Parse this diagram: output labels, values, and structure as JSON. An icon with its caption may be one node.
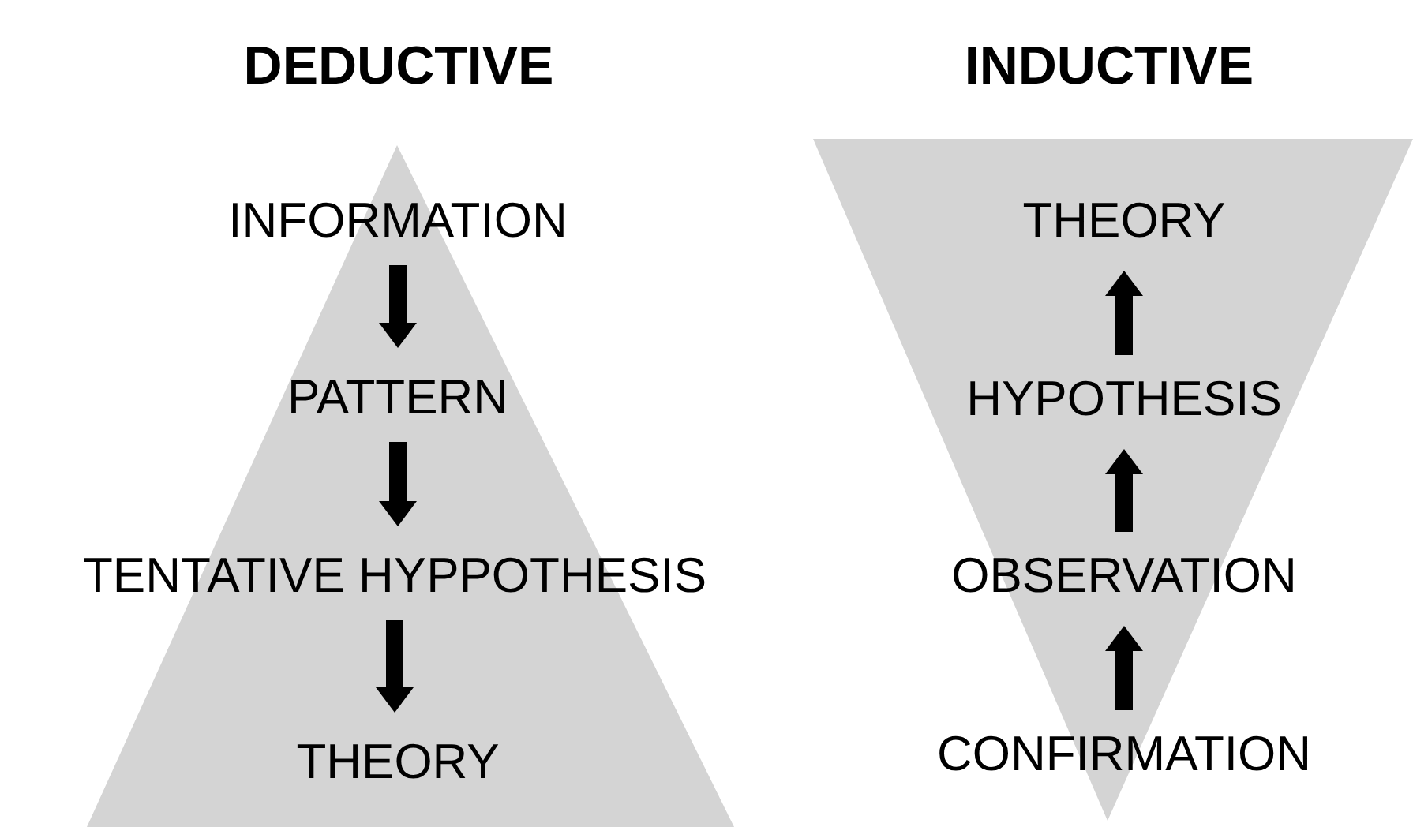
{
  "diagram": {
    "nodes": [
      {
        "text": [
          "DEDUCTIVE"
        ]
      },
      {
        "text": [
          "INFORMATION"
        ],
        "in": 0
      },
      {
        "text": [
          "PATTERN"
        ],
        "in": 0
      },
      {
        "text": [
          "TENTATIVE HYPPOTHESIS"
        ],
        "in": 0
      },
      {
        "text": [
          "THEORY"
        ],
        "in": 0
      },
      {
        "text": [
          "INDUCTIVE"
        ]
      },
      {
        "text": [
          "THEORY"
        ],
        "in": 5
      },
      {
        "text": [
          "HYPOTHESIS"
        ],
        "in": 5
      },
      {
        "text": [
          "OBSERVATION"
        ],
        "in": 5
      },
      {
        "text": [
          "CONFIRMATION"
        ],
        "in": 5
      }
    ],
    "edges": [
      {
        "from": 1,
        "to": 2,
        "arrow": "to"
      },
      {
        "from": 2,
        "to": 3,
        "arrow": "to"
      },
      {
        "from": 3,
        "to": 4,
        "arrow": "to"
      },
      {
        "from": 9,
        "to": 8,
        "arrow": "to"
      },
      {
        "from": 8,
        "to": 7,
        "arrow": "to"
      },
      {
        "from": 7,
        "to": 6,
        "arrow": "to"
      }
    ]
  }
}
